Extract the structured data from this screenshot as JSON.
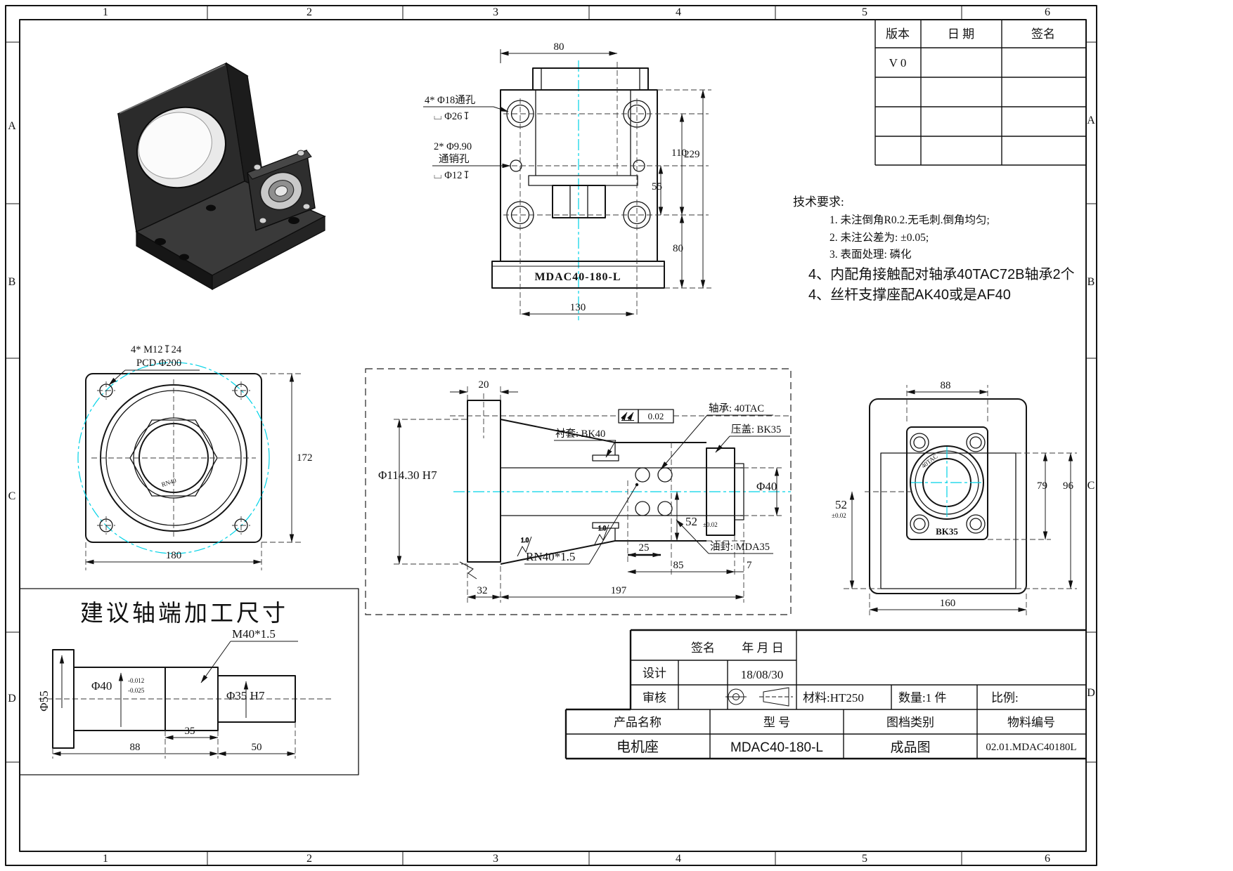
{
  "sheet": {
    "zone_cols": [
      "1",
      "2",
      "3",
      "4",
      "5",
      "6"
    ],
    "zone_rows": [
      "A",
      "B",
      "C",
      "D"
    ]
  },
  "revision_table": {
    "col_version": "版本",
    "col_date": "日  期",
    "col_sign": "签名",
    "rev0": "V 0"
  },
  "tech_req": {
    "title": "技术要求:",
    "line1": "1. 未注倒角R0.2.无毛刺.倒角均匀;",
    "line2": "2. 未注公差为: ±0.05;",
    "line3": "3. 表面处理: 磷化",
    "line4": "4、内配角接触配对轴承40TAC72B轴承2个",
    "line5": "4、丝杆支撑座配AK40或是AF40"
  },
  "front_view": {
    "dim_top": "80",
    "hole_note1a": "4* Φ18通孔",
    "hole_note1b": "⌴ Φ26↧",
    "hole_note2a": "2* Φ9.90",
    "hole_note2b": "通销孔",
    "hole_note2c": "⌴ Φ12↧",
    "dim_110": "110",
    "dim_55": "55",
    "dim_229": "229",
    "dim_80b": "80",
    "base_label": "MDAC40-180-L",
    "dim_bottom": "130"
  },
  "pcd_view": {
    "note1": "4* M12↧24",
    "note2": "PCD Φ200",
    "hub_label": "RN40",
    "dim_h": "172",
    "dim_w": "180"
  },
  "section_view": {
    "dim_t": "20",
    "bore_dim": "Φ114.30 H7",
    "gdt_value": "0.02",
    "lbl_bushing": "衬套: BK40",
    "lbl_bearing": "轴承: 40TAC",
    "lbl_cap": "压盖: BK35",
    "lbl_seal": "油封: MDA35",
    "dim_phi40": "Φ40",
    "dim_52": "52",
    "tol_52": "±0.02",
    "thread": "RN40*1.5",
    "dim_25": "25",
    "dim_85": "85",
    "dim_7": "7",
    "dim_197": "197",
    "dim_32": "32",
    "finish": "1.0"
  },
  "end_view": {
    "dim_top": "88",
    "dim_52": "52",
    "tol_52": "±0.02",
    "dim_79": "79",
    "dim_96": "96",
    "dim_bottom": "160",
    "flange_label": "BK35",
    "ring_label": "40TAC"
  },
  "shaft_box": {
    "title": "建议轴端加工尺寸",
    "d55": "Φ55",
    "d40": "Φ40",
    "d40_tol_hi": "-0.012",
    "d40_tol_lo": "-0.025",
    "thread": "M40*1.5",
    "d35": "Φ35 H7",
    "dim_88": "88",
    "dim_35": "35",
    "dim_50": "50"
  },
  "title_block": {
    "sign": "签名",
    "date_hdr": "年 月 日",
    "design": "设计",
    "design_date": "18/08/30",
    "audit": "审核",
    "material": "材料:HT250",
    "qty": "数量:1 件",
    "scale": "比例:",
    "product_hdr": "产品名称",
    "model_hdr": "型    号",
    "doctype_hdr": "图档类别",
    "matno_hdr": "物料编号",
    "product": "电机座",
    "model": "MDAC40-180-L",
    "doctype": "成品图",
    "matno": "02.01.MDAC40180L"
  }
}
